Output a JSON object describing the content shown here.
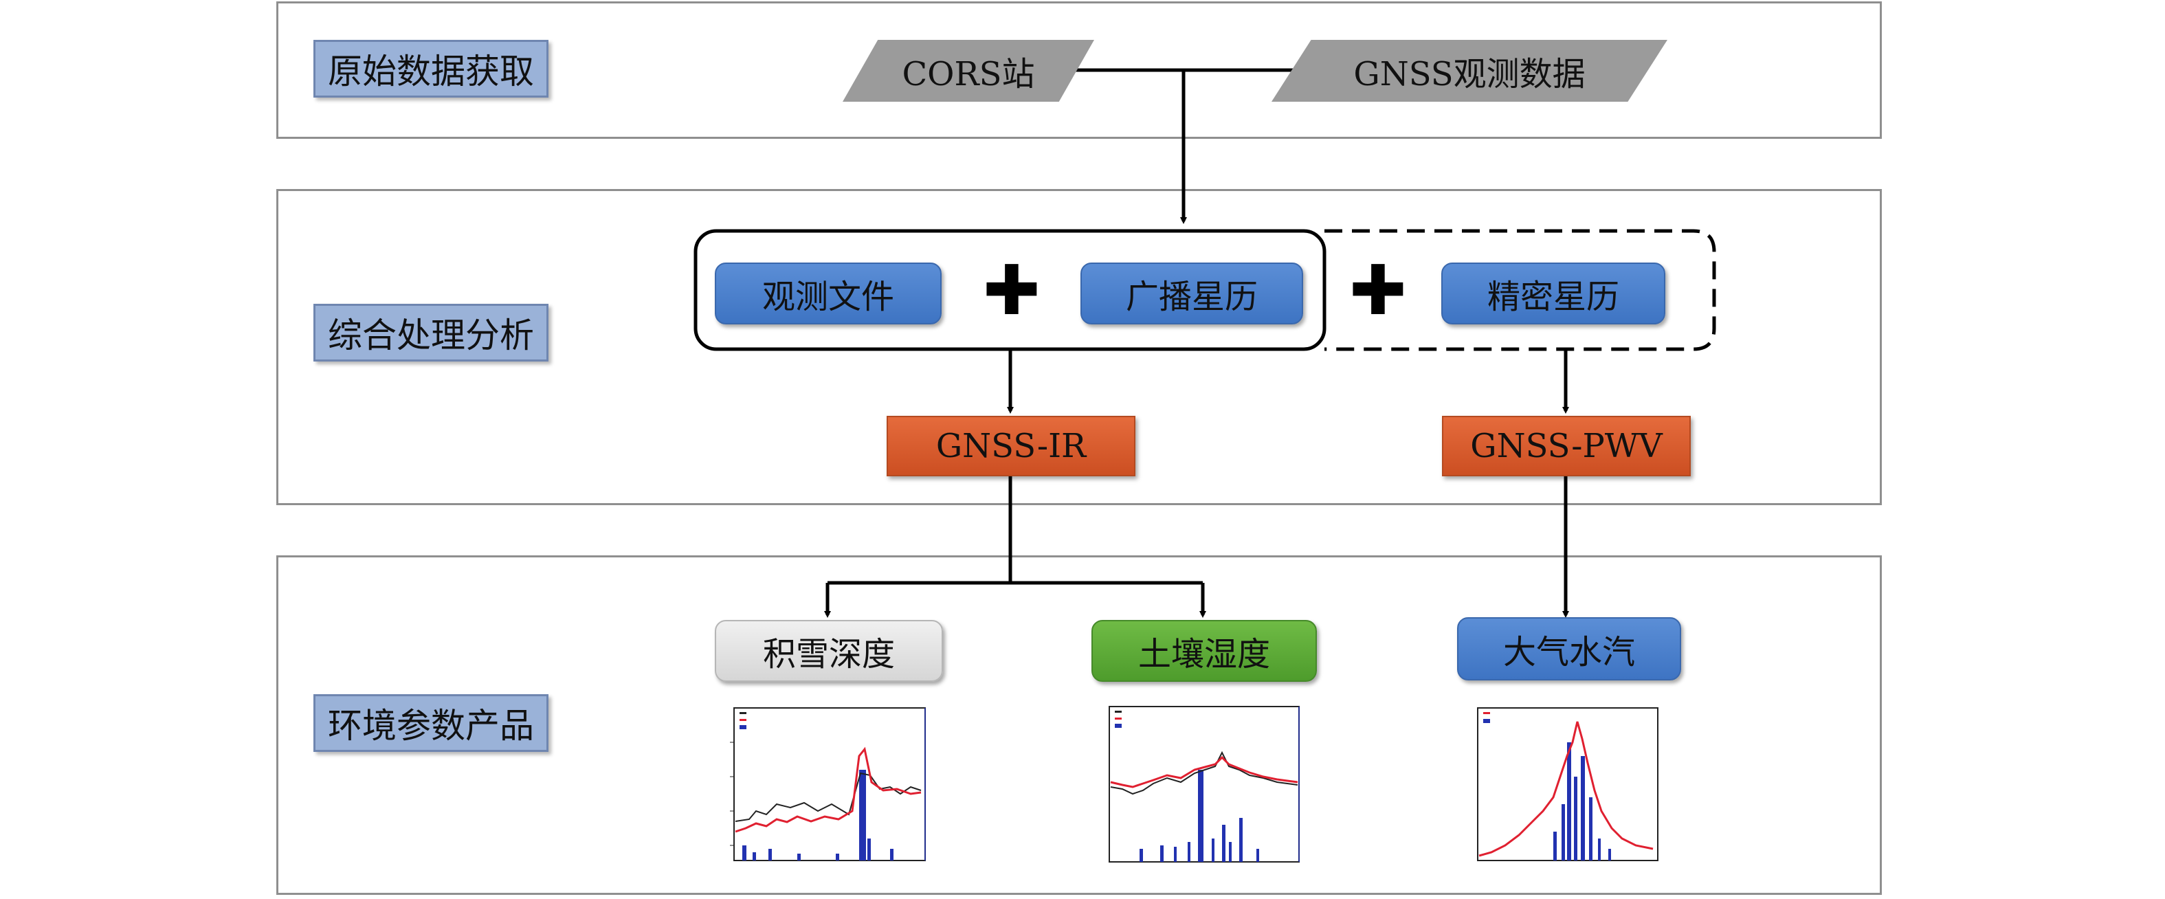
{
  "bands": {
    "acquisition": "原始数据获取",
    "processing": "综合处理分析",
    "products": "环境参数产品"
  },
  "inputs": {
    "cors": "CORS站",
    "gnss_obs": "GNSS观测数据"
  },
  "files": {
    "obs_file": "观测文件",
    "broadcast_eph": "广播星历",
    "precise_eph": "精密星历"
  },
  "methods": {
    "ir": "GNSS-IR",
    "pwv": "GNSS-PWV"
  },
  "products": {
    "snow": "积雪深度",
    "soil": "土壤湿度",
    "vapor": "大气水汽"
  },
  "colors": {
    "band_label": "#9ab2d8",
    "input_shape": "#9b9b9b",
    "file_box": "#4a80cc",
    "method_box": "#d95a2b",
    "snow_box": "#e3e3e3",
    "soil_box": "#5aa835",
    "vapor_box": "#4a80cc",
    "series_red": "#e02030",
    "series_black": "#222222",
    "bars_blue": "#2232b0"
  },
  "icons": {
    "plus": "plus-icon"
  }
}
